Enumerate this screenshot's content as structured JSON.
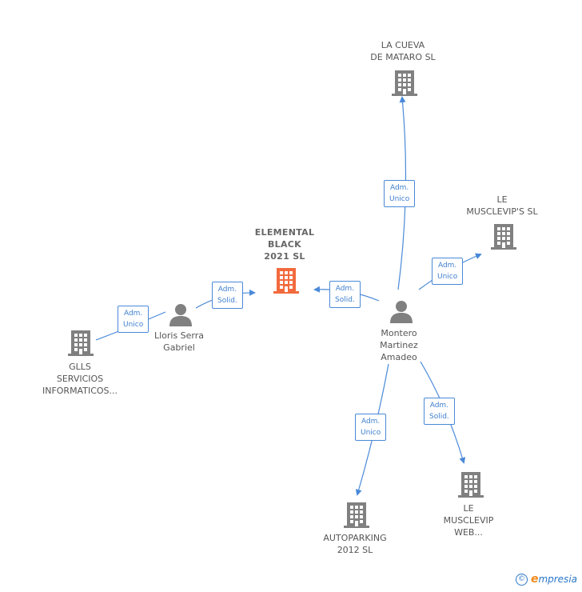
{
  "colors": {
    "edge": "#4a89d8",
    "node": "#808080",
    "focus_node": "#f26a3d"
  },
  "nodes": {
    "la_cueva": {
      "label": "LA CUEVA\nDE MATARO SL",
      "kind": "company"
    },
    "le_musclevips": {
      "label": "LE\nMUSCLEVIP'S SL",
      "kind": "company"
    },
    "elemental": {
      "label": "ELEMENTAL\nBLACK\n2021  SL",
      "kind": "company-focus"
    },
    "lloris": {
      "label": "Lloris Serra\nGabriel",
      "kind": "person"
    },
    "montero": {
      "label": "Montero\nMartinez\nAmadeo",
      "kind": "person"
    },
    "glls": {
      "label": "GLLS\nSERVICIOS\nINFORMATICOS...",
      "kind": "company"
    },
    "autoparking": {
      "label": "AUTOPARKING\n2012 SL",
      "kind": "company"
    },
    "le_musclevip_web": {
      "label": "LE\nMUSCLEVIP\nWEB...",
      "kind": "company"
    }
  },
  "edges": {
    "montero_lacueva": "Adm.\nUnico",
    "montero_lemusclevips": "Adm.\nUnico",
    "montero_elemental": "Adm.\nSolid.",
    "lloris_elemental": "Adm.\nSolid.",
    "lloris_glls": "Adm.\nUnico",
    "montero_autoparking": "Adm.\nUnico",
    "montero_lemusclevipweb": "Adm.\nSolid."
  },
  "brand": {
    "copyright": "©",
    "logo_first": "e",
    "logo_rest": "mpresia"
  }
}
